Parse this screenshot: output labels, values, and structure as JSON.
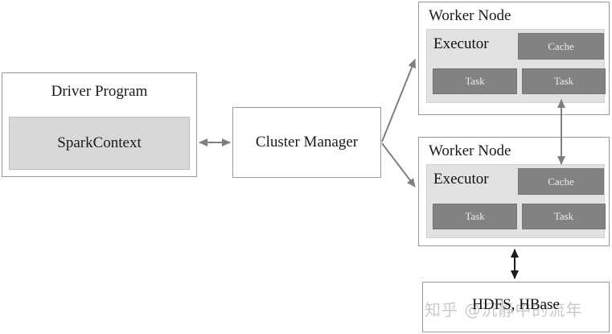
{
  "diagram": {
    "driver": {
      "title": "Driver Program",
      "spark_context_label": "SparkContext"
    },
    "cluster_manager": {
      "label": "Cluster Manager"
    },
    "workers": [
      {
        "title": "Worker Node",
        "executor_label": "Executor",
        "cache_label": "Cache",
        "tasks": [
          "Task",
          "Task"
        ]
      },
      {
        "title": "Worker Node",
        "executor_label": "Executor",
        "cache_label": "Cache",
        "tasks": [
          "Task",
          "Task"
        ]
      }
    ],
    "storage": {
      "label": "HDFS, HBase"
    },
    "watermark": "知乎 @沉静中的流年",
    "colors": {
      "box_border": "#9a9a9a",
      "spark_context_fill": "#d8d8d8",
      "executor_fill": "#e2e2e2",
      "dark_fill": "#828282",
      "dark_text": "#ececec",
      "arrow_gray": "#7f7f7f",
      "arrow_black": "#1c1c1c",
      "watermark_color": "#c9c9c9"
    }
  }
}
